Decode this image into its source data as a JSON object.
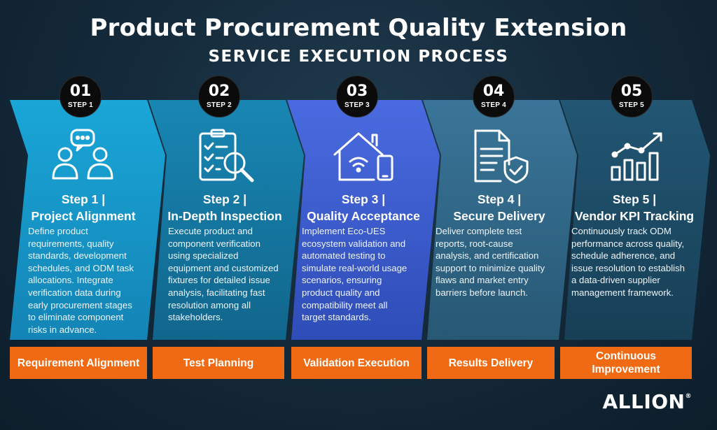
{
  "header": {
    "title": "Product Procurement Quality Extension",
    "subtitle": "SERVICE EXECUTION PROCESS"
  },
  "steps": [
    {
      "number": "01",
      "badge_label": "STEP 1",
      "title_line1": "Step 1 |",
      "title_line2": "Project Alignment",
      "description": "Define product requirements, quality standards, development schedules, and ODM task allocations. Integrate verification data during early procurement stages to eliminate component risks in advance.",
      "phase_label": "Requirement Alignment",
      "icon": "people-chat-icon",
      "color": "#1694c8"
    },
    {
      "number": "02",
      "badge_label": "STEP 2",
      "title_line1": "Step 2 |",
      "title_line2": "In-Depth Inspection",
      "description": "Execute product and component verification using specialized equipment and customized fixtures for detailed issue analysis, facilitating fast resolution among all stakeholders.",
      "phase_label": "Test Planning",
      "icon": "checklist-magnifier-icon",
      "color": "#14759e"
    },
    {
      "number": "03",
      "badge_label": "STEP 3",
      "title_line1": "Step 3 |",
      "title_line2": "Quality Acceptance",
      "description": "Implement Eco-UES ecosystem validation and automated testing to simulate real-world usage scenarios, ensuring product quality and compatibility meet all target standards.",
      "phase_label": "Validation Execution",
      "icon": "smart-home-icon",
      "color": "#3a5bcc"
    },
    {
      "number": "04",
      "badge_label": "STEP 4",
      "title_line1": "Step 4 |",
      "title_line2": "Secure Delivery",
      "description": "Deliver complete test reports, root-cause analysis, and certification support to minimize quality flaws and market entry barriers before launch.",
      "phase_label": "Results Delivery",
      "icon": "document-shield-icon",
      "color": "#2e6485"
    },
    {
      "number": "05",
      "badge_label": "STEP 5",
      "title_line1": "Step 5 |",
      "title_line2": "Vendor KPI Tracking",
      "description": "Continuously track ODM performance across quality, schedule adherence, and issue resolution to establish a data-driven supplier management framework.",
      "phase_label": "Continuous Improvement",
      "icon": "growth-chart-icon",
      "color": "#1d4a63"
    }
  ],
  "logo": {
    "text": "ALLION",
    "mark": "®"
  }
}
